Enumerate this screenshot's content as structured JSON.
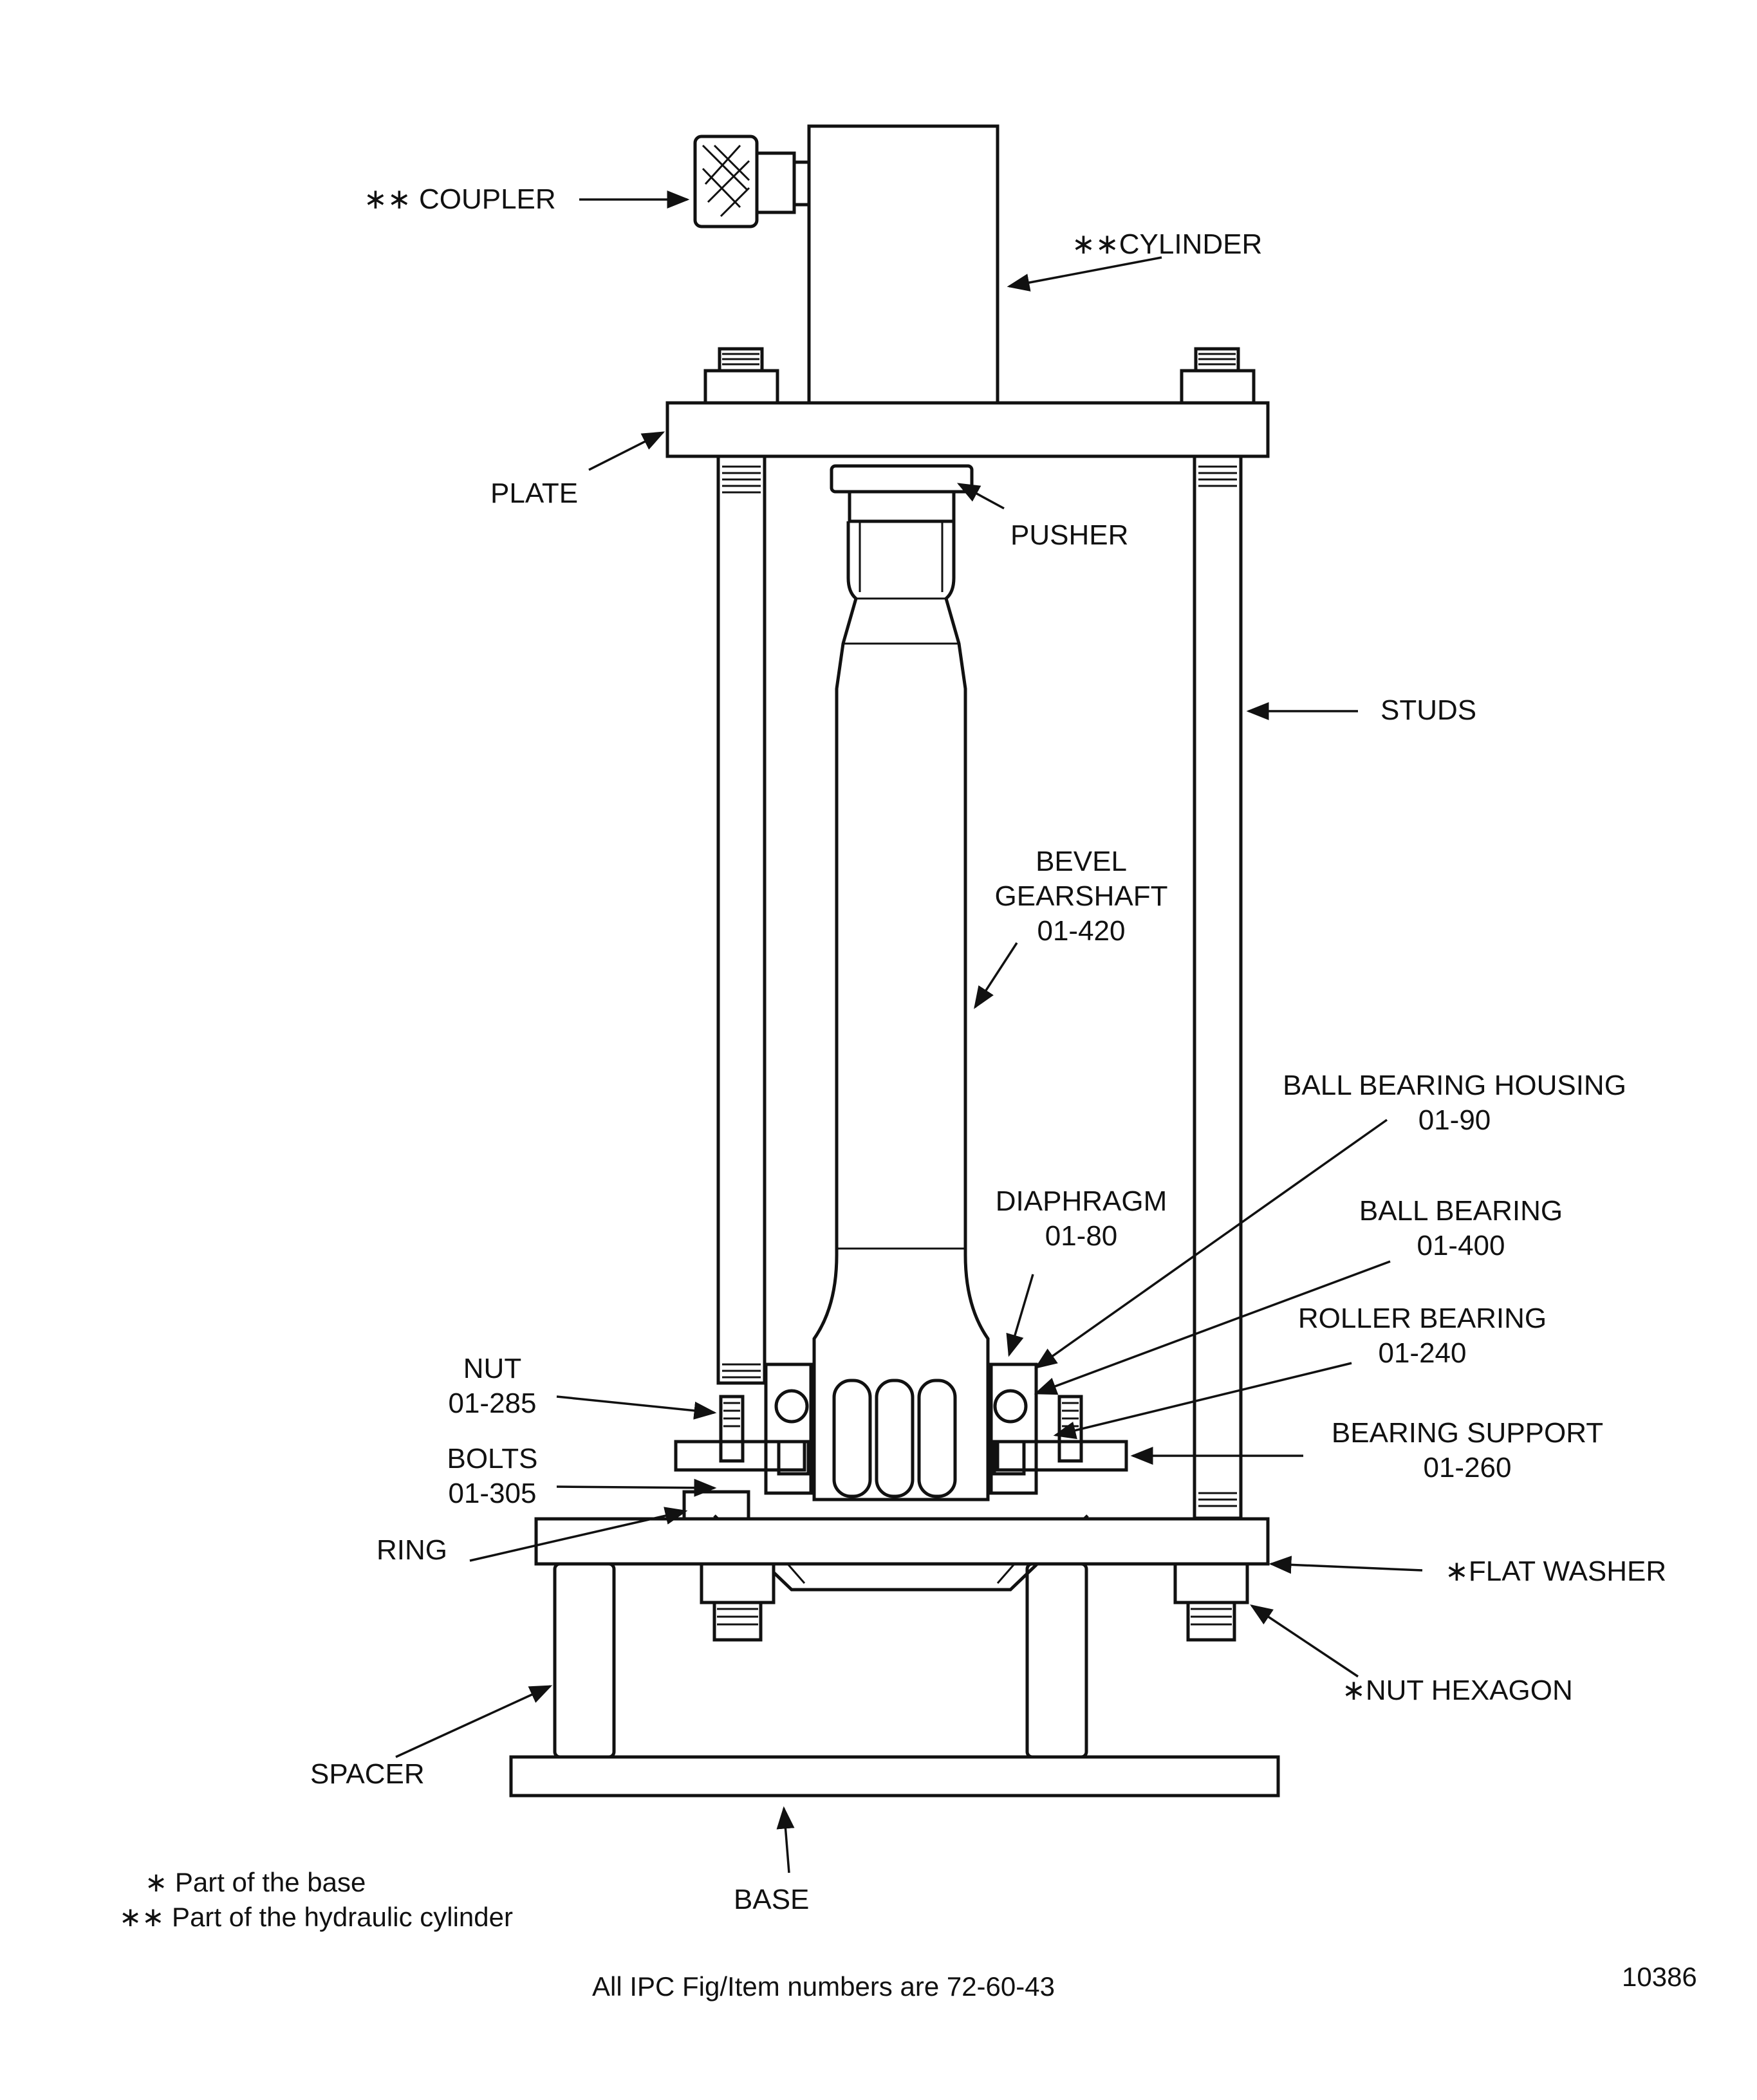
{
  "labels": {
    "coupler": "∗∗ COUPLER",
    "cylinder": "∗∗CYLINDER",
    "plate": "PLATE",
    "pusher": "PUSHER",
    "studs": "STUDS",
    "bevel_gearshaft": [
      "BEVEL",
      "GEARSHAFT",
      "01-420"
    ],
    "ball_bearing_housing": [
      "BALL BEARING HOUSING",
      "01-90"
    ],
    "diaphragm": [
      "DIAPHRAGM",
      "01-80"
    ],
    "ball_bearing": [
      "BALL BEARING",
      "01-400"
    ],
    "roller_bearing": [
      "ROLLER BEARING",
      "01-240"
    ],
    "nut": [
      "NUT",
      "01-285"
    ],
    "bearing_support": [
      "BEARING SUPPORT",
      "01-260"
    ],
    "bolts": [
      "BOLTS",
      "01-305"
    ],
    "ring": "RING",
    "flat_washer": "∗FLAT WASHER",
    "nut_hexagon": "∗NUT HEXAGON",
    "spacer": "SPACER",
    "base": "BASE"
  },
  "notes": {
    "part_of_base": "∗ Part of the base",
    "part_of_cylinder": "∗∗ Part of the hydraulic cylinder"
  },
  "footer": {
    "ipc_note": "All IPC Fig/Item numbers are 72-60-43",
    "figure_number": "10386"
  }
}
